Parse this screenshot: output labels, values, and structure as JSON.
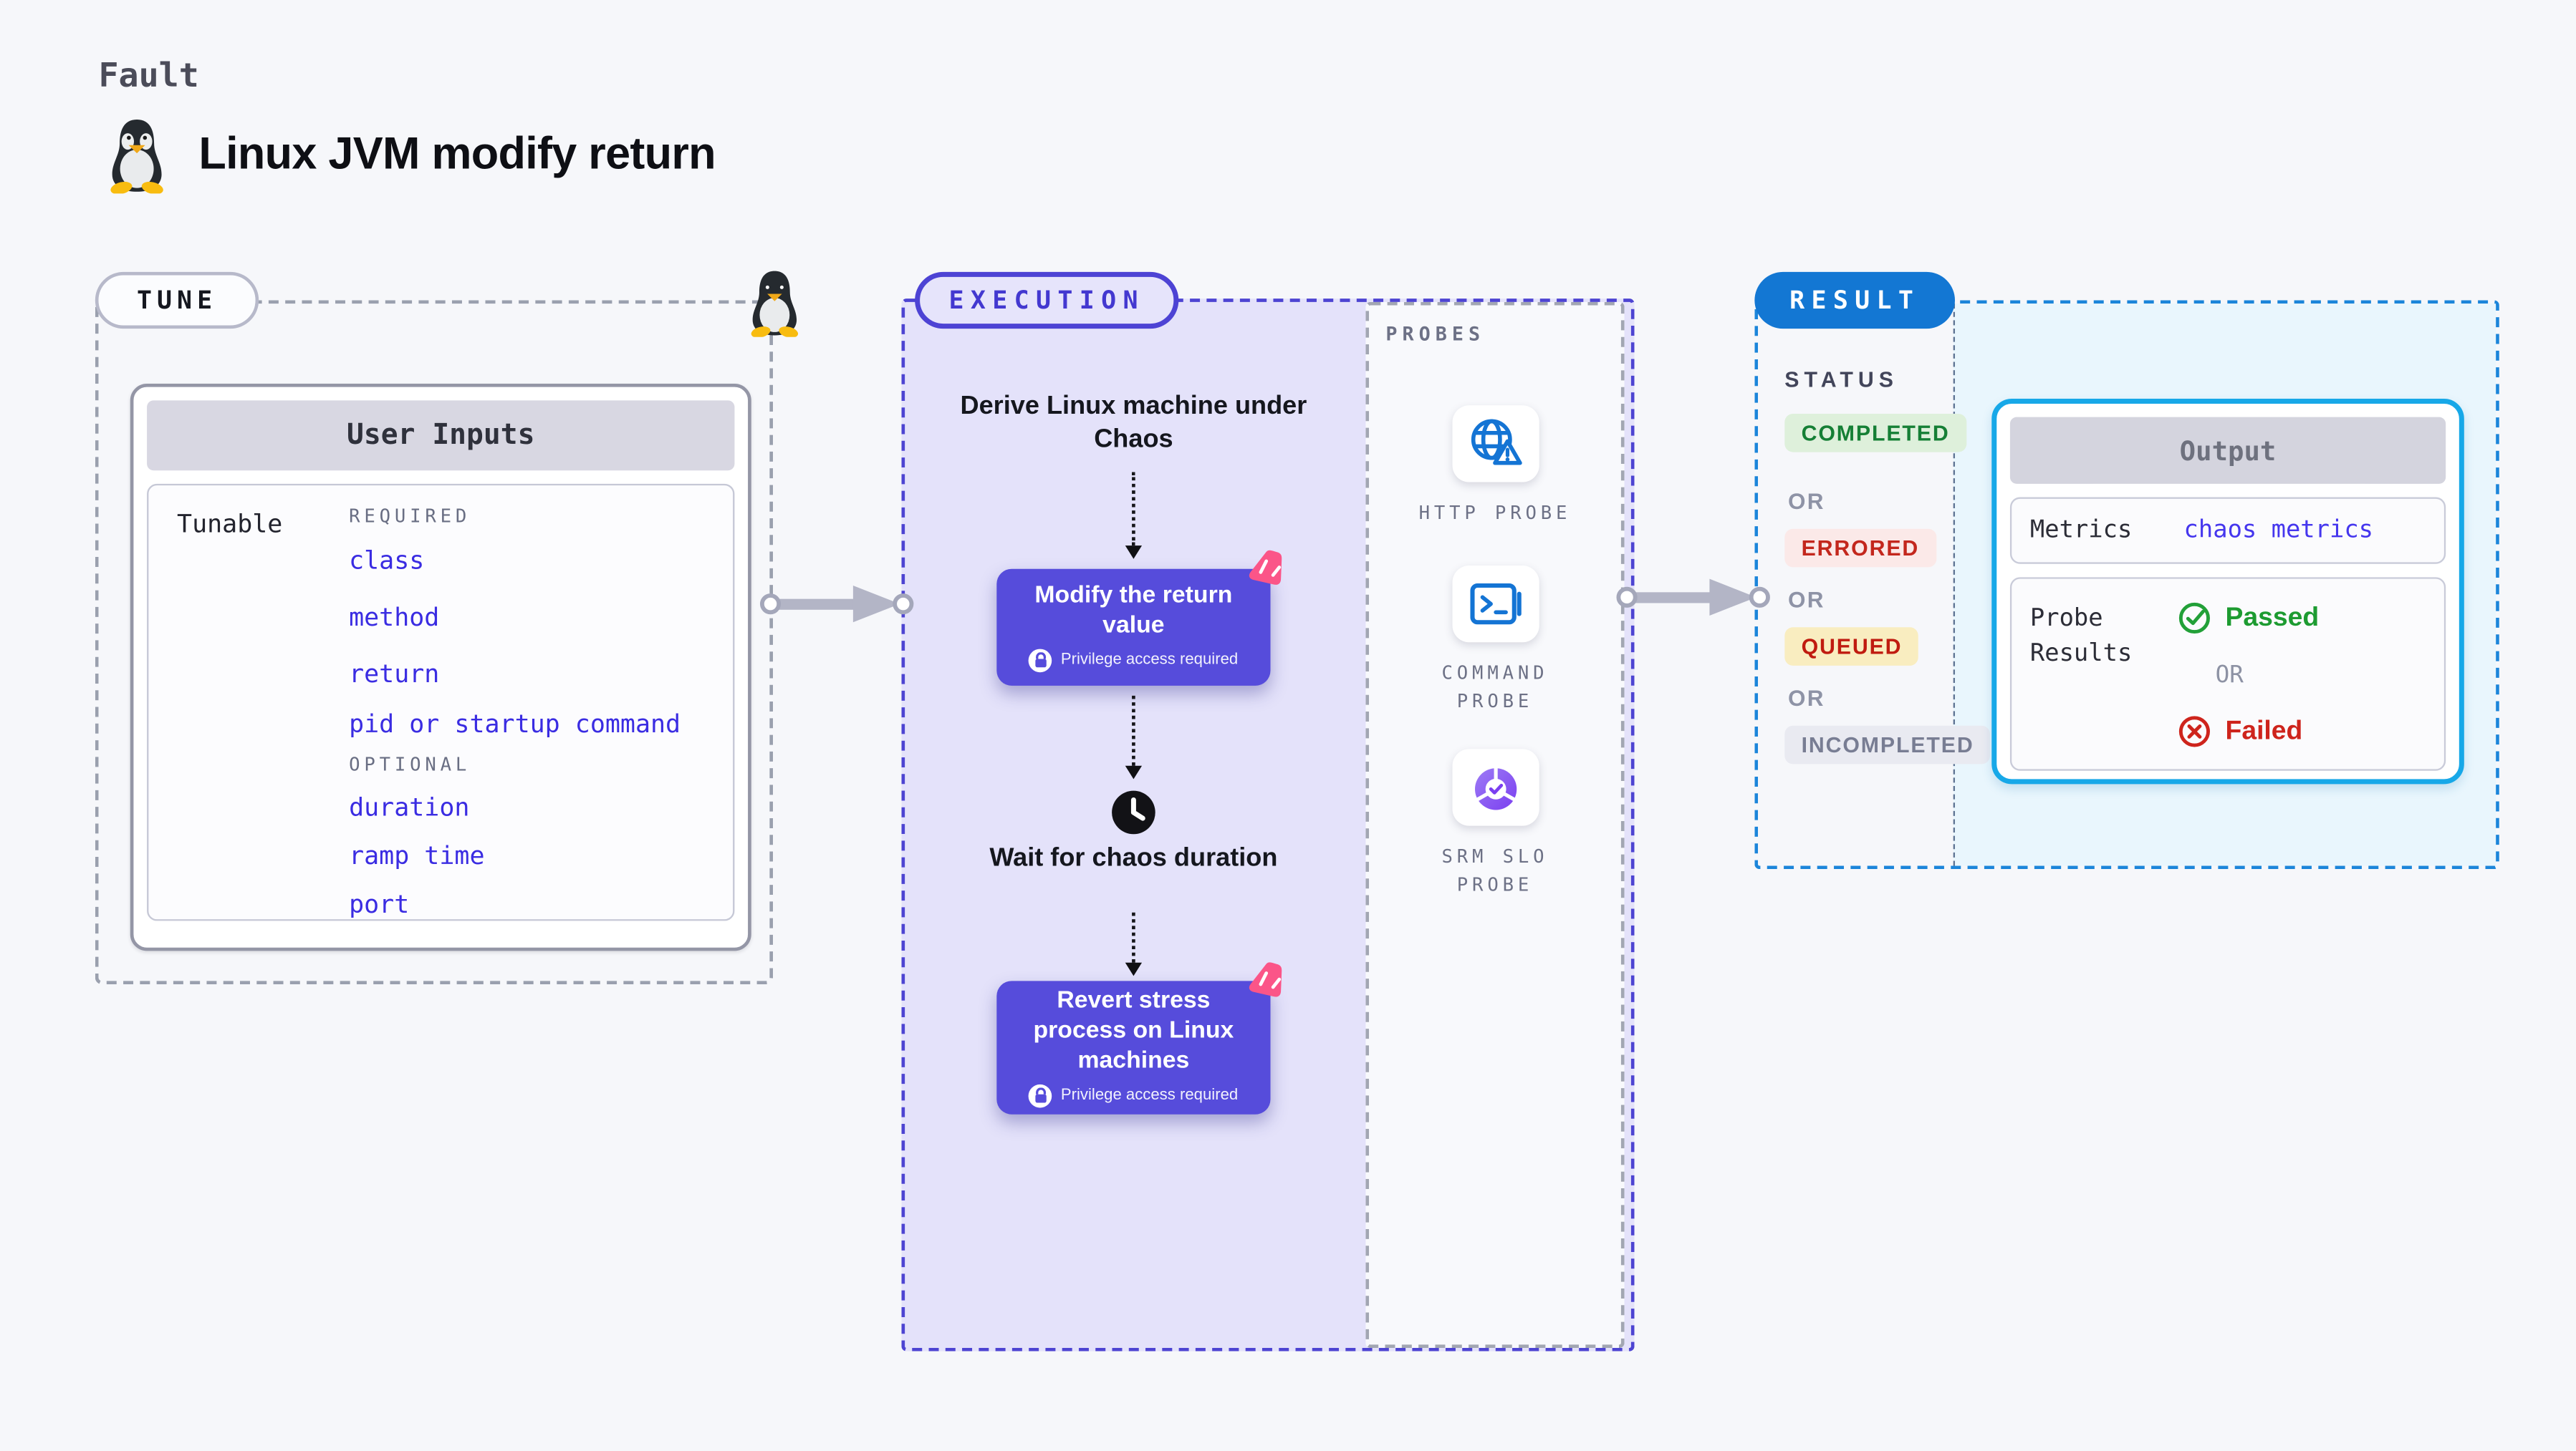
{
  "page": {
    "kind_label": "Fault",
    "title": "Linux JVM modify return"
  },
  "tune": {
    "label": "TUNE",
    "card_header": "User Inputs",
    "row_label": "Tunable",
    "required_label": "REQUIRED",
    "optional_label": "OPTIONAL",
    "required_items": [
      "class",
      "method",
      "return",
      "pid or startup command"
    ],
    "optional_items": [
      "duration",
      "ramp time",
      "port"
    ]
  },
  "execution": {
    "label": "EXECUTION",
    "privilege_label": "Privilege access required",
    "steps": [
      {
        "text": "Derive Linux machine under Chaos"
      },
      {
        "text": "Modify the return value"
      },
      {
        "text": "Wait for chaos duration"
      },
      {
        "text": "Revert stress process on Linux machines"
      }
    ]
  },
  "probes": {
    "label": "PROBES",
    "items": [
      {
        "label": "HTTP PROBE",
        "icon": "globe-alert-icon"
      },
      {
        "label": "COMMAND PROBE",
        "icon": "terminal-icon"
      },
      {
        "label": "SRM SLO PROBE",
        "icon": "slo-pie-check-icon"
      }
    ]
  },
  "result": {
    "label": "RESULT",
    "status_label": "STATUS",
    "or_label": "OR",
    "statuses": [
      {
        "text": "COMPLETED",
        "variant": "completed"
      },
      {
        "text": "ERRORED",
        "variant": "errored"
      },
      {
        "text": "QUEUED",
        "variant": "queued"
      },
      {
        "text": "INCOMPLETED",
        "variant": "incompleted"
      }
    ],
    "output": {
      "header": "Output",
      "metrics_label": "Metrics",
      "metrics_value": "chaos metrics",
      "probe_results_label": "Probe Results",
      "passed_label": "Passed",
      "or_label": "OR",
      "failed_label": "Failed"
    }
  },
  "colors": {
    "accent_indigo": "#4d43d4",
    "action_purple": "#564cdb",
    "chaos_pink": "#fb5588",
    "lavender_bg": "#e4e2fa",
    "result_blue": "#1377d3",
    "output_border_cyan": "#17a8e8",
    "result_bg_cyan": "#e9f6fd",
    "link_indigo": "#3a2ce2",
    "passed_green": "#1d9b31",
    "failed_red": "#ce241c",
    "completed_bg": "#def0db",
    "completed_text": "#157f35",
    "errored_bg": "#fbe9e8",
    "errored_text": "#c3271d",
    "queued_bg": "#f9edc0",
    "queued_text": "#c01b10",
    "incompleted_bg": "#e9eaf1",
    "incompleted_text": "#787d93"
  }
}
